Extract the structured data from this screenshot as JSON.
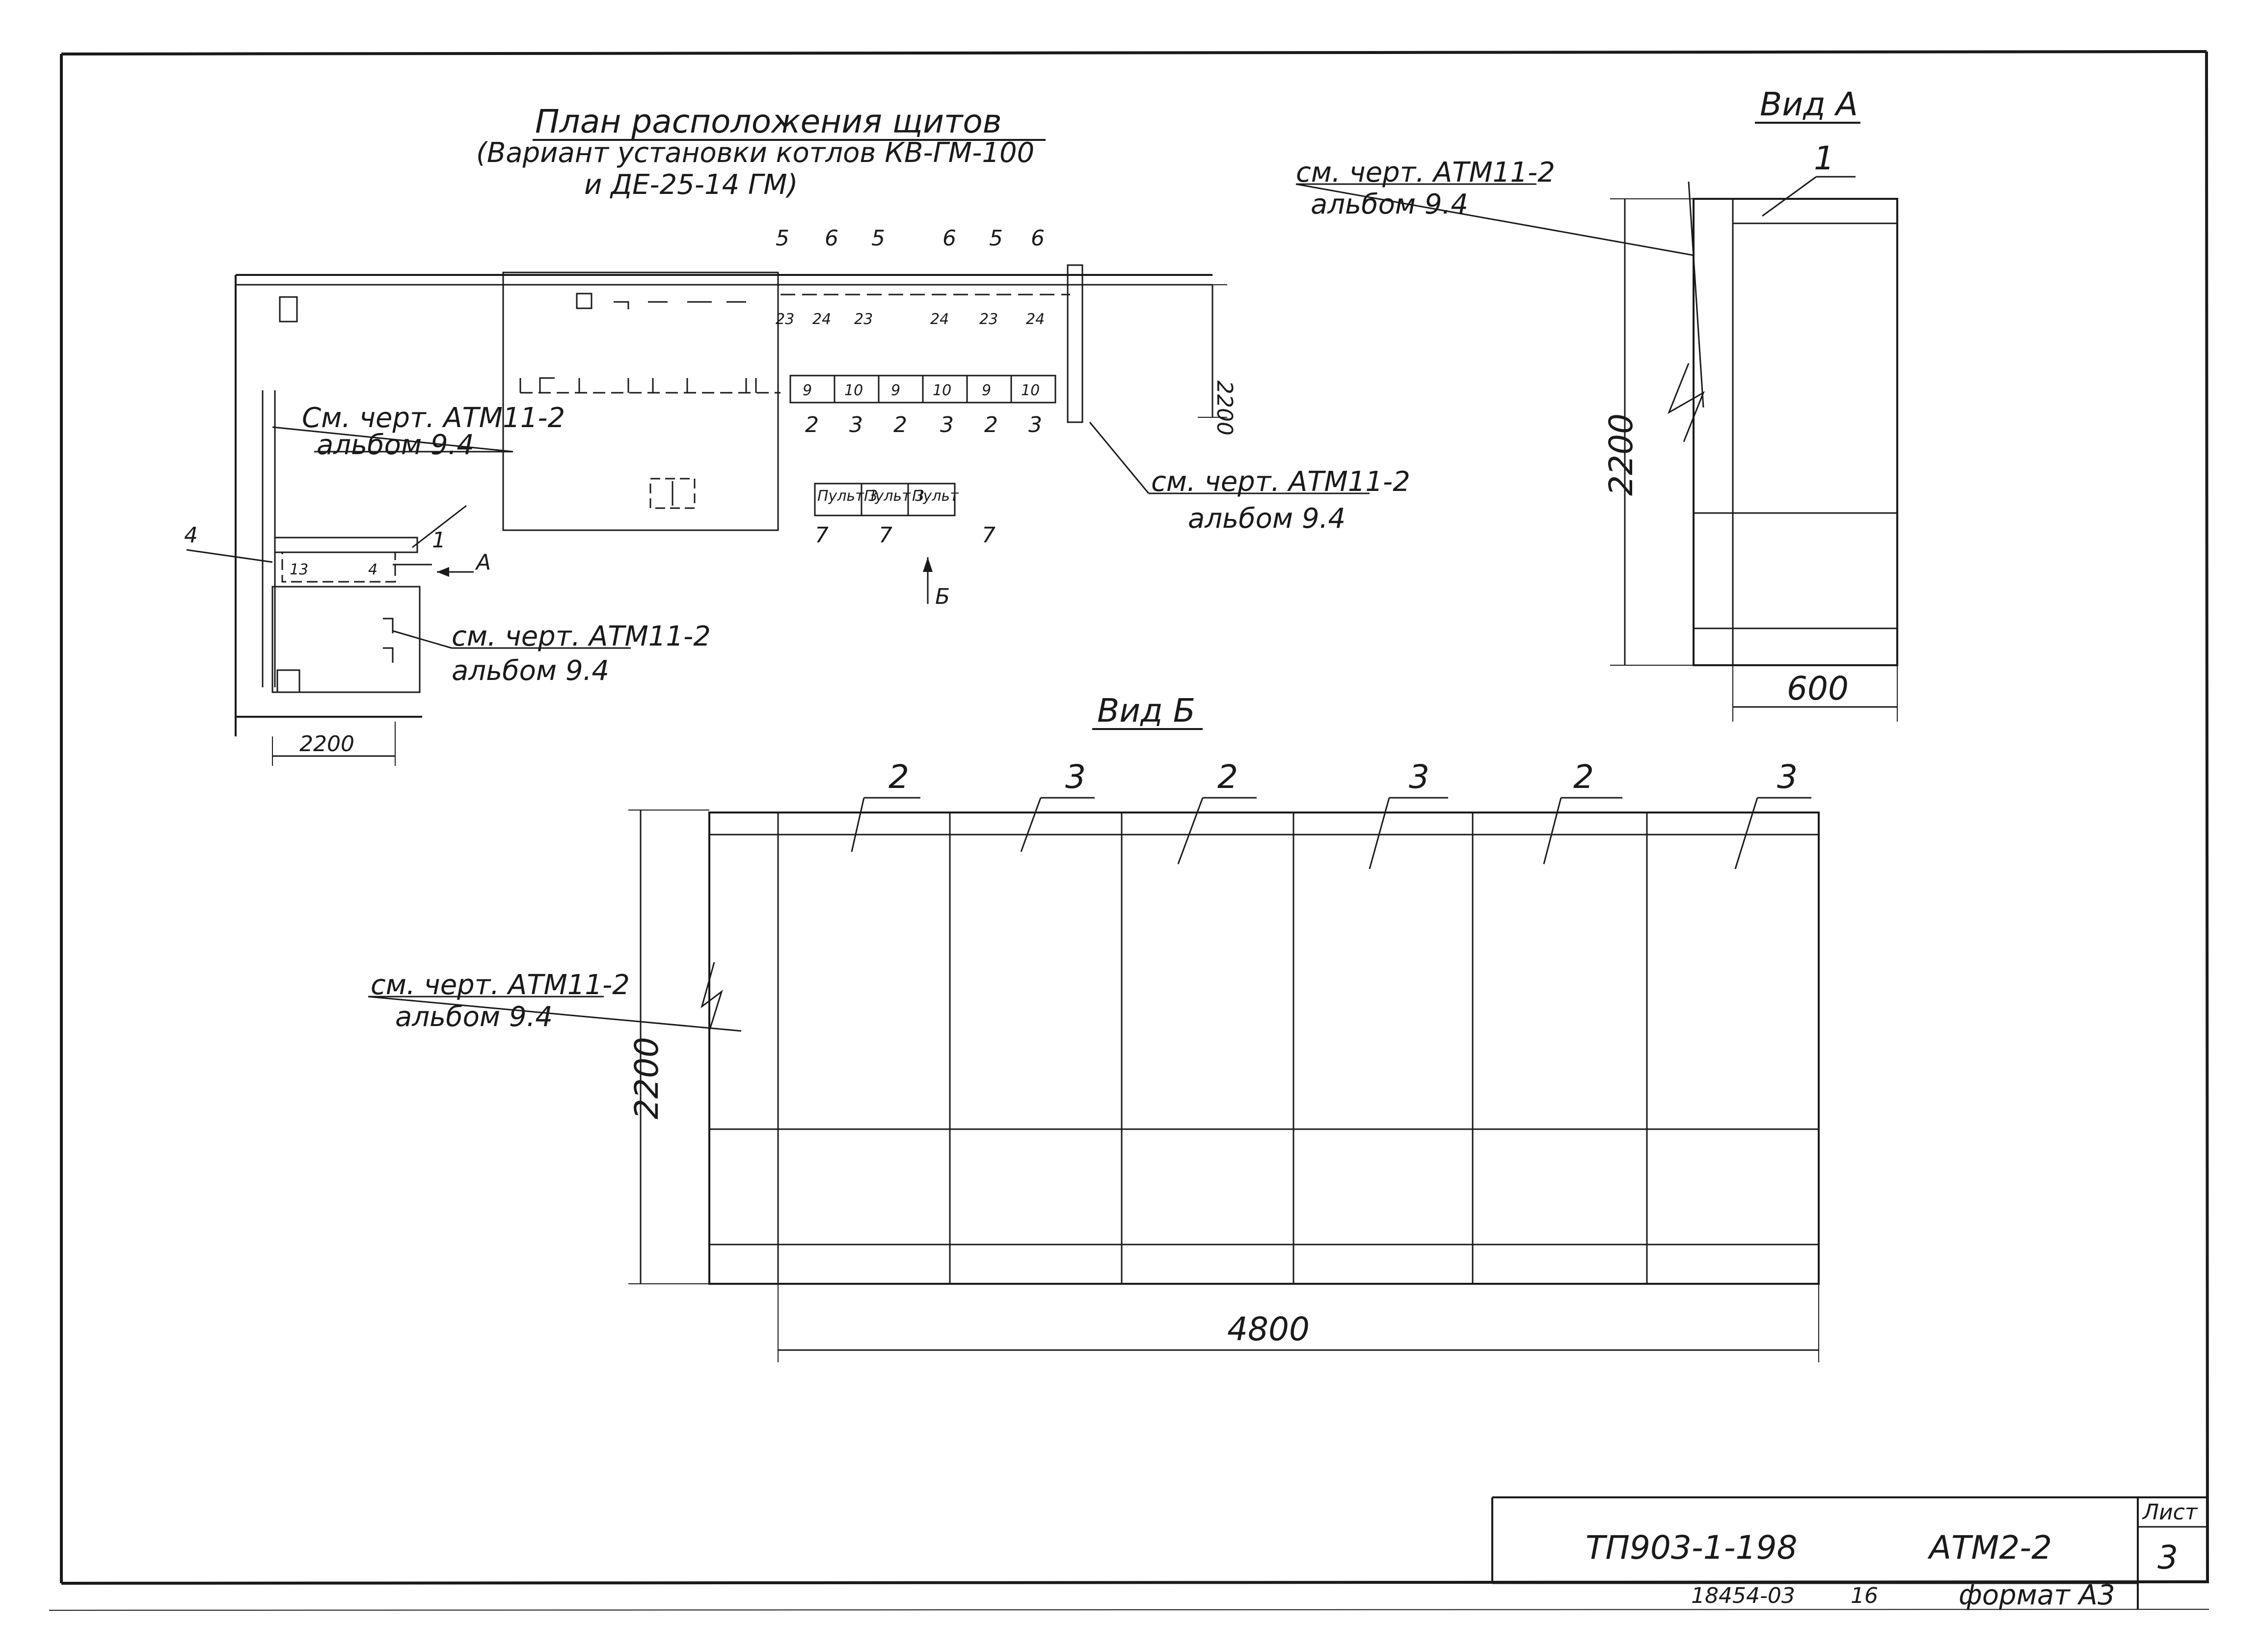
{
  "plan": {
    "title": "План расположения щитов",
    "subtitle1": "(Вариант установки котлов КВ-ГМ-100",
    "subtitle2": "и ДЕ-25-14 ГМ)"
  },
  "view_a": {
    "title": "Вид А",
    "height": "2200",
    "width": "600",
    "item1": "1"
  },
  "view_b": {
    "title": "Вид Б",
    "height": "2200",
    "length": "4800",
    "labels": [
      "2",
      "3",
      "2",
      "3",
      "2",
      "3"
    ]
  },
  "references": {
    "line1": "см. черт. АТМ11-2",
    "line2": "альбом 9.4",
    "alt_line1": "См. черт. АТМ11-2",
    "alt_line2": "альбом 9.4"
  },
  "plan_labels": {
    "top_row": [
      "5",
      "6",
      "5",
      "6",
      "5",
      "6"
    ],
    "top_codes": [
      "23",
      "24",
      "23",
      "24",
      "23",
      "24"
    ],
    "mid_codes": [
      "9",
      "10",
      "9",
      "10",
      "9",
      "10"
    ],
    "bot_row": [
      "2",
      "3",
      "2",
      "3",
      "2",
      "3"
    ],
    "consoles": [
      "Пульт 3",
      "Пульт 3",
      "Пульт"
    ],
    "console_items": [
      "7",
      "7",
      "7"
    ],
    "dim_2200_right": "2200",
    "dim_2200_bottom": "2200",
    "arrow_a": "А",
    "arrow_b": "Б",
    "item1": "1",
    "item4": "4",
    "cell13": "13",
    "cell4": "4"
  },
  "title_block": {
    "doc": "ТП903-1-198",
    "code": "АТМ2-2",
    "sheet_label": "Лист",
    "sheet_no": "3",
    "inv": "18454-03",
    "page": "16",
    "format": "формат А3"
  }
}
